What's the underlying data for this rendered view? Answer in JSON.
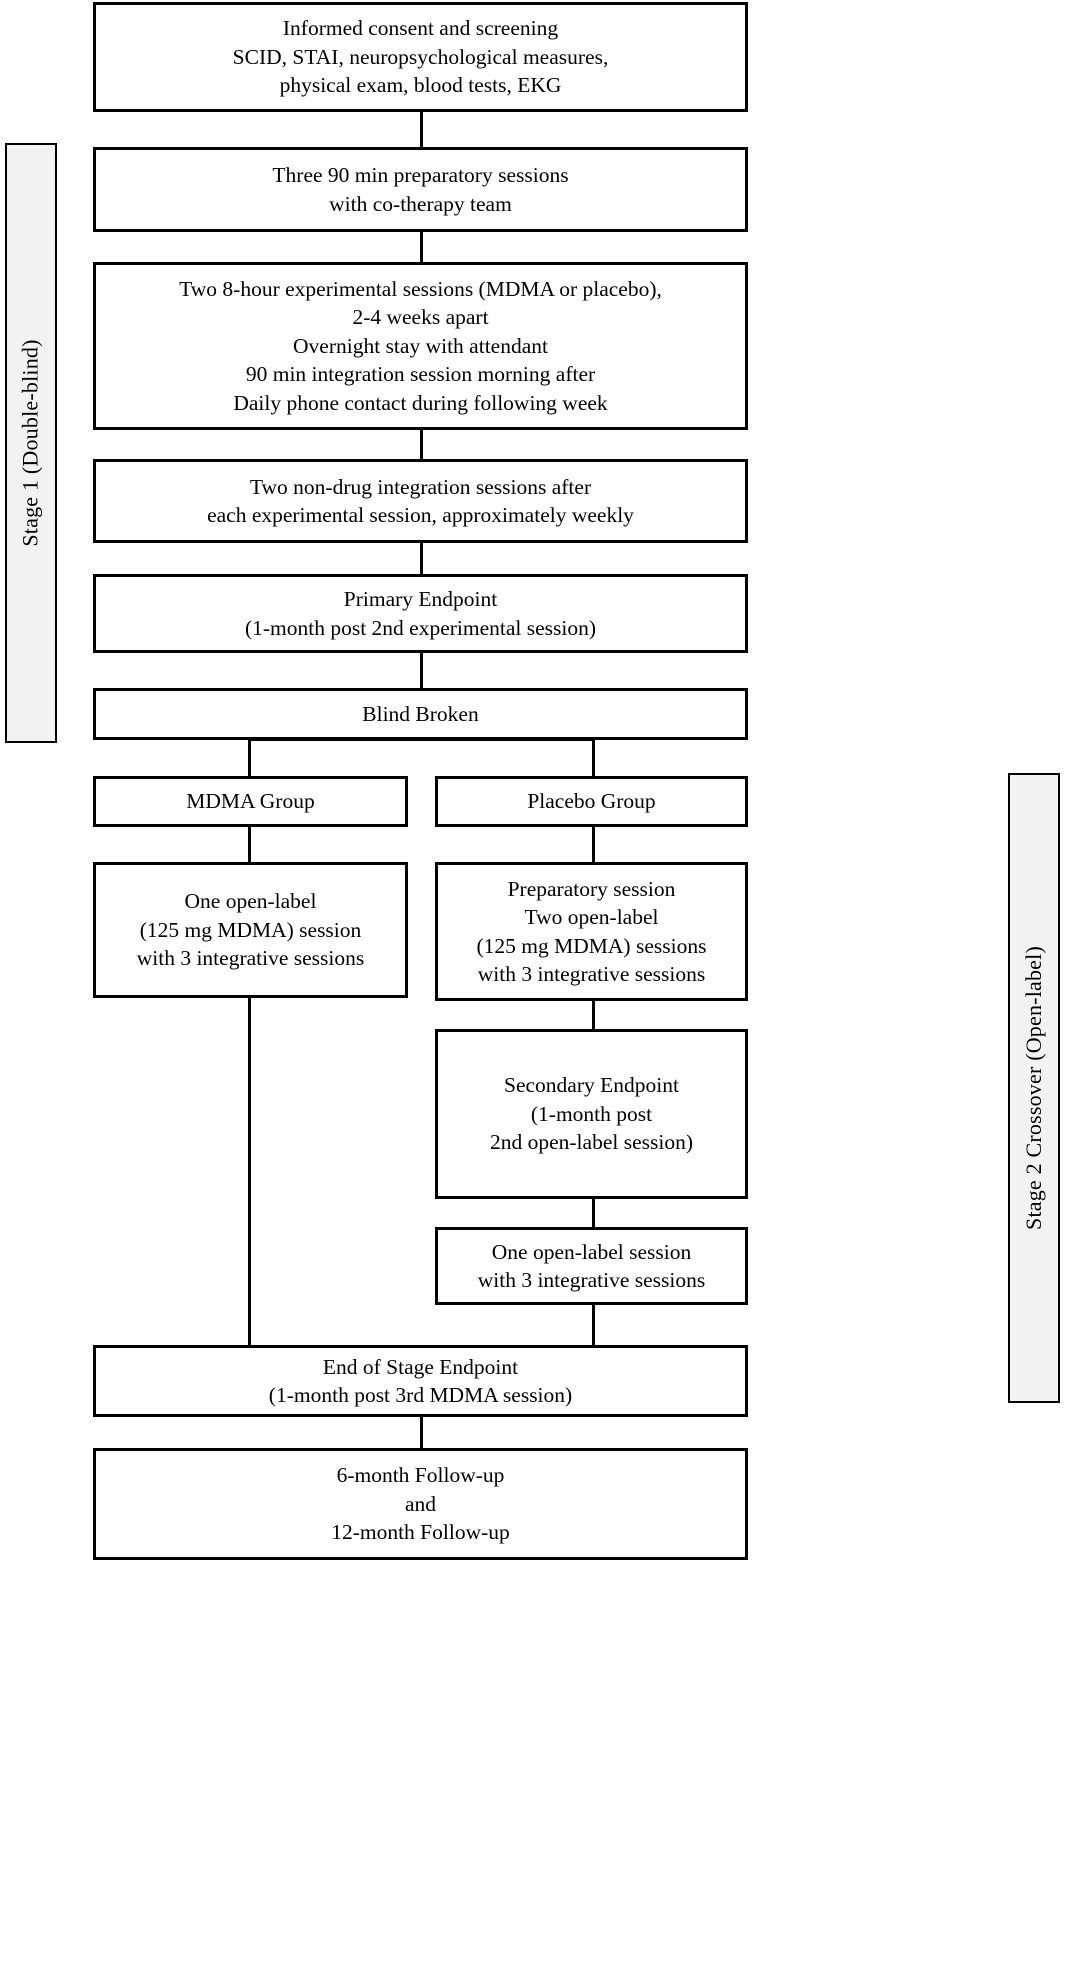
{
  "diagram": {
    "title": "MDMA-assisted psychotherapy clinical trial design flowchart",
    "background": "#ffffff",
    "line_color": "#000000",
    "band_fill": "#f2f2f2"
  },
  "stage_bands": [
    {
      "id": "stage1",
      "label": "Stage 1 (Double-blind)"
    },
    {
      "id": "stage2",
      "label": "Stage 2 Crossover (Open-label)"
    }
  ],
  "nodes": [
    {
      "id": "screening",
      "text": "Informed consent and screening\nSCID, STAI, neuropsychological measures,\nphysical exam, blood tests, EKG"
    },
    {
      "id": "prep_sessions",
      "text": "Three 90 min preparatory sessions\nwith co-therapy team"
    },
    {
      "id": "experimental_sessions",
      "text": "Two 8-hour experimental sessions (MDMA or placebo),\n2-4 weeks apart\nOvernight stay with attendant\n90 min integration session morning after\nDaily phone contact during following week"
    },
    {
      "id": "integration_sessions",
      "text": "Two non-drug integration sessions after\neach experimental session, approximately weekly"
    },
    {
      "id": "primary_endpoint",
      "text": "Primary Endpoint\n(1-month post 2nd experimental session)"
    },
    {
      "id": "blind_broken",
      "text": "Blind Broken"
    },
    {
      "id": "mdma_group",
      "text": "MDMA Group"
    },
    {
      "id": "placebo_group",
      "text": "Placebo Group"
    },
    {
      "id": "mdma_open_label",
      "text": "One open-label\n(125 mg MDMA) session\nwith 3 integrative sessions"
    },
    {
      "id": "placebo_open_label",
      "text": "Preparatory session\nTwo open-label\n(125 mg MDMA) sessions\nwith 3 integrative sessions"
    },
    {
      "id": "secondary_endpoint",
      "text": "Secondary Endpoint\n(1-month post\n2nd open-label session)"
    },
    {
      "id": "placebo_final_session",
      "text": "One open-label session\nwith 3 integrative sessions"
    },
    {
      "id": "end_of_stage",
      "text": "End of Stage Endpoint\n(1-month post 3rd MDMA session)"
    },
    {
      "id": "follow_up",
      "text": "6-month Follow-up\nand\n12-month Follow-up"
    }
  ]
}
